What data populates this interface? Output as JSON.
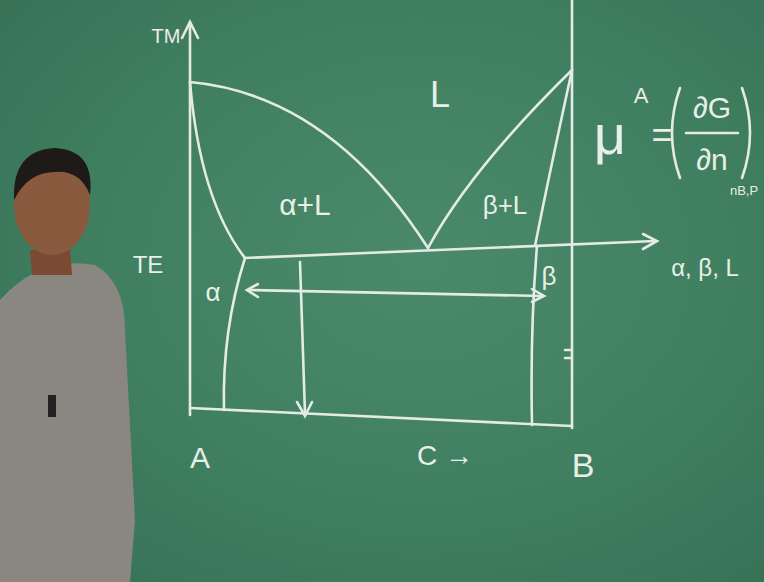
{
  "diagram": {
    "labels": [
      "TM",
      "L",
      "α+L",
      "β+L",
      "TE",
      "α",
      "β",
      "α, β, L",
      "A",
      "B",
      "C →",
      "μ",
      "A",
      "=",
      "∂G",
      "∂n",
      "nB,P"
    ]
  }
}
